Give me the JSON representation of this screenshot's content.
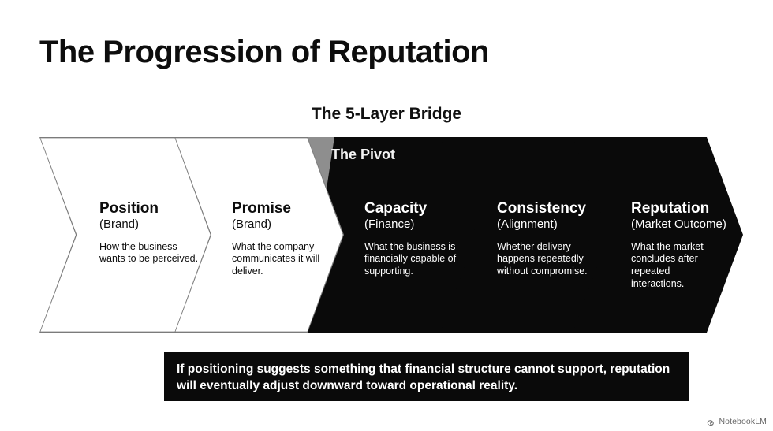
{
  "slide": {
    "title": "The Progression of Reputation",
    "subtitle": "The 5-Layer Bridge",
    "pivot_label": "The Pivot",
    "banner_text": "If positioning suggests something that financial structure cannot support, reputation will eventually adjust downward toward operational reality.",
    "background_color": "#ffffff"
  },
  "colors": {
    "light_fill": "#ffffff",
    "light_stroke": "#7b7b7b",
    "gray_fill": "#8e8e8e",
    "dark_fill": "#0a0a0a",
    "text_dark": "#0d0d0d",
    "text_light": "#ffffff"
  },
  "stages": [
    {
      "index": 1,
      "name": "Position",
      "qualifier": "(Brand)",
      "description": "How the business wants to be perceived.",
      "style": "light"
    },
    {
      "index": 2,
      "name": "Promise",
      "qualifier": "(Brand)",
      "description": "What the company communicates it will deliver.",
      "style": "light"
    },
    {
      "index": 3,
      "name": "Capacity",
      "qualifier": "(Finance)",
      "description": "What the business is financially capable of supporting.",
      "style": "dark",
      "is_pivot": true
    },
    {
      "index": 4,
      "name": "Consistency",
      "qualifier": "(Alignment)",
      "description": "Whether delivery happens repeatedly without compromise.",
      "style": "dark"
    },
    {
      "index": 5,
      "name": "Reputation",
      "qualifier": "(Market Outcome)",
      "description": "What the market concludes after repeated interactions.",
      "style": "dark"
    }
  ],
  "watermark": {
    "label": "NotebookLM",
    "icon": "notebook-spiral-icon"
  }
}
